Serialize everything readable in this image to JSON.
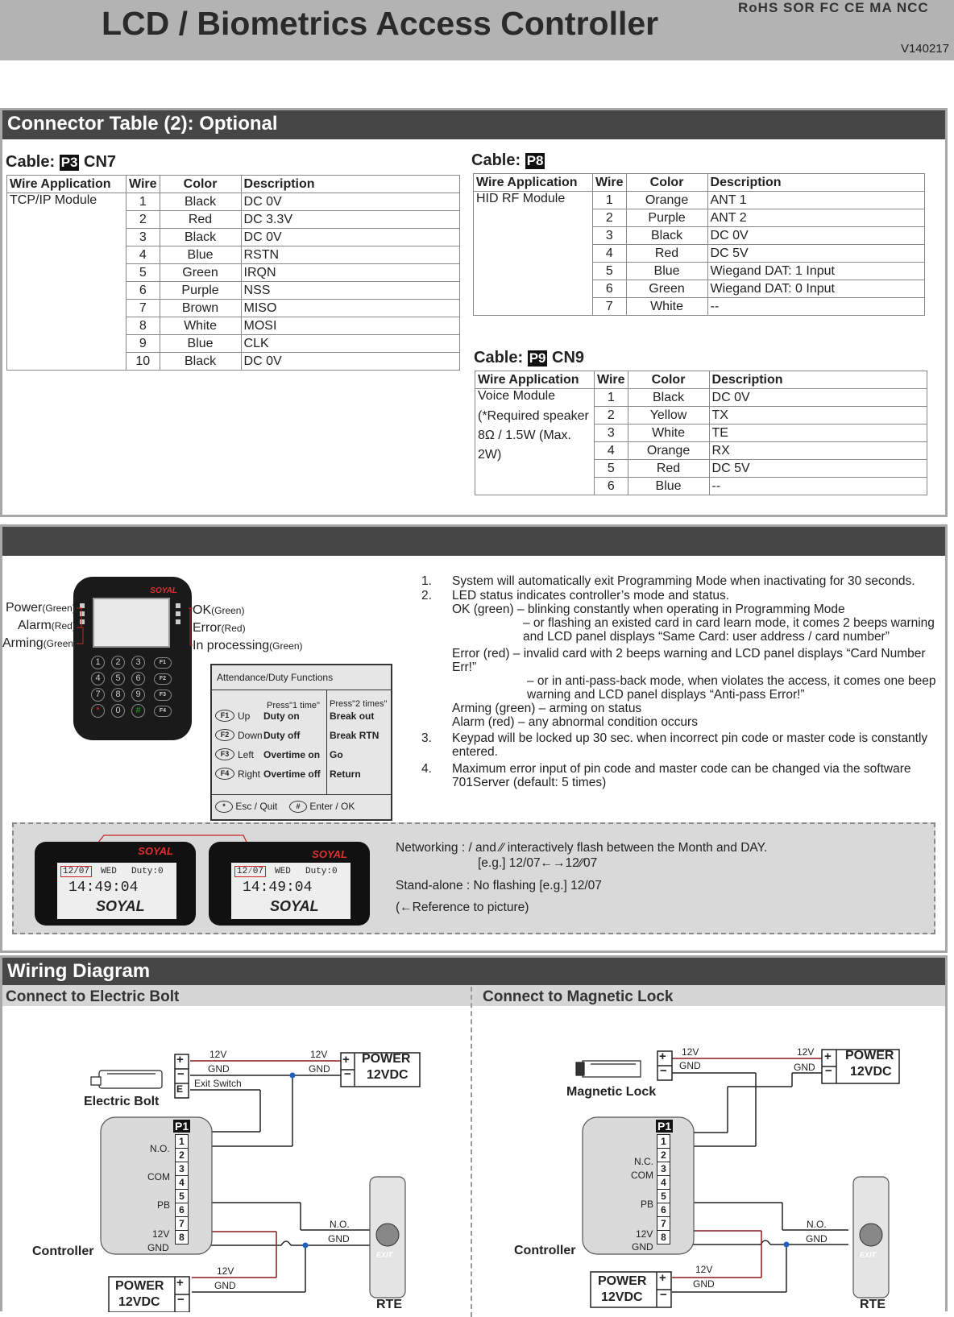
{
  "header": {
    "title": "LCD / Biometrics Access Controller",
    "version": "V140217",
    "certs": "RoHS SOR FC CE MA NCC"
  },
  "connector": {
    "title": "Connector Table (2): Optional",
    "headers": [
      "Wire Application",
      "Wire",
      "Color",
      "Description"
    ],
    "cable1": {
      "label": "Cable:",
      "p": "P3",
      "cn": "CN7",
      "app": "TCP/IP Module",
      "rows": [
        [
          "1",
          "Black",
          "DC 0V"
        ],
        [
          "2",
          "Red",
          "DC 3.3V"
        ],
        [
          "3",
          "Black",
          "DC 0V"
        ],
        [
          "4",
          "Blue",
          "RSTN"
        ],
        [
          "5",
          "Green",
          "IRQN"
        ],
        [
          "6",
          "Purple",
          "NSS"
        ],
        [
          "7",
          "Brown",
          "MISO"
        ],
        [
          "8",
          "White",
          "MOSI"
        ],
        [
          "9",
          "Blue",
          "CLK"
        ],
        [
          "10",
          "Black",
          "DC 0V"
        ]
      ]
    },
    "cable2": {
      "label": "Cable:",
      "p": "P8",
      "app": "HID RF Module",
      "rows": [
        [
          "1",
          "Orange",
          "ANT 1"
        ],
        [
          "2",
          "Purple",
          "ANT 2"
        ],
        [
          "3",
          "Black",
          "DC 0V"
        ],
        [
          "4",
          "Red",
          "DC 5V"
        ],
        [
          "5",
          "Blue",
          "Wiegand DAT: 1 Input"
        ],
        [
          "6",
          "Green",
          "Wiegand DAT: 0 Input"
        ],
        [
          "7",
          "White",
          "--"
        ]
      ]
    },
    "cable3": {
      "label": "Cable:",
      "p": "P9",
      "cn": "CN9",
      "app": "Voice Module",
      "app_note": "(*Required speaker 8Ω / 1.5W (Max. 2W)",
      "rows": [
        [
          "1",
          "Black",
          "DC 0V"
        ],
        [
          "2",
          "Yellow",
          "TX"
        ],
        [
          "3",
          "White",
          "TE"
        ],
        [
          "4",
          "Orange",
          "RX"
        ],
        [
          "5",
          "Red",
          "DC 5V"
        ],
        [
          "6",
          "Blue",
          "--"
        ]
      ]
    }
  },
  "device": {
    "brand": "SOYAL",
    "left_labels": [
      {
        "name": "Power",
        "color": "(Green)"
      },
      {
        "name": "Alarm",
        "color": "(Red)"
      },
      {
        "name": "Arming",
        "color": "(Green)"
      }
    ],
    "right_labels": [
      {
        "name": "OK",
        "color": "(Green)"
      },
      {
        "name": "Error",
        "color": "(Red)"
      },
      {
        "name": "In processing",
        "color": "(Green)"
      }
    ],
    "keys": [
      "1",
      "2",
      "3",
      "4",
      "5",
      "6",
      "7",
      "8",
      "9",
      "*",
      "0",
      "#"
    ],
    "fkeys": [
      "F1",
      "F2",
      "F3",
      "F4"
    ]
  },
  "attendance": {
    "title": "Attendance/Duty Functions",
    "press1": "Press\"1 time\"",
    "press2": "Press\"2 times\"",
    "rows": [
      {
        "key": "F1",
        "dir": "Up",
        "once": "Duty on",
        "twice": "Break out"
      },
      {
        "key": "F2",
        "dir": "Down",
        "once": "Duty off",
        "twice": "Break RTN"
      },
      {
        "key": "F3",
        "dir": "Left",
        "once": "Overtime on",
        "twice": "Go"
      },
      {
        "key": "F4",
        "dir": "Right",
        "once": "Overtime off",
        "twice": "Return"
      }
    ],
    "esc": "Esc / Quit",
    "enter": "Enter / OK"
  },
  "notes": {
    "n1": "System will automatically exit Programming Mode when inactivating for 30 seconds.",
    "n2": "LED status indicates controller’s mode and status.",
    "n2a": "OK (green) – blinking constantly when operating in Programming Mode",
    "n2b": "– or flashing an existed card in card learn mode, it comes 2 beeps warning and LCD panel displays “Same Card: user address / card number”",
    "n2c": "Error (red) – invalid card with 2 beeps warning and LCD panel displays “Card Number Err!”",
    "n2d": "– or in anti-pass-back mode, when violates the access, it comes one beep warning and LCD panel displays “Anti-pass Error!”",
    "n2e": "Arming (green) – arming on status",
    "n2f": "Alarm (red) – any abnormal condition occurs",
    "n3": "Keypad will be locked up 30 sec. when incorrect pin code or master code is constantly entered.",
    "n4": "Maximum error input of pin code and master code can be changed via the software 701Server (default: 5 times)"
  },
  "lcd": {
    "date1": "12/07",
    "date2": "12∕07",
    "day": "WED",
    "duty": "Duty:0",
    "time": "14:49:04",
    "networking": "Networking  : / and ∕∕ interactively flash between the Month and DAY.",
    "networking_eg": "[e.g.] 12/07←→12∕∕07",
    "standalone": "Stand-alone : No flashing   [e.g.] 12/07",
    "reference": "(←Reference to picture)"
  },
  "wiring": {
    "title": "Wiring Diagram",
    "left_title": "Connect to Electric Bolt",
    "right_title": "Connect to Magnetic Lock",
    "power": "POWER",
    "vdc": "12VDC",
    "v12": "12V",
    "gnd": "GND",
    "exit_switch": "Exit Switch",
    "electric_bolt": "Electric Bolt",
    "magnetic_lock": "Magnetic Lock",
    "controller": "Controller",
    "p1": "P1",
    "rte": "RTE",
    "exit": "EXIT",
    "no": "N.O.",
    "nc": "N.C.",
    "com": "COM",
    "pb": "PB",
    "pins": [
      "1",
      "2",
      "3",
      "4",
      "5",
      "6",
      "7",
      "8"
    ]
  },
  "colors": {
    "header": "#b3b3b3",
    "bar": "#464646",
    "wire_red": "#8b1a1a",
    "dot": "#2060c0"
  }
}
